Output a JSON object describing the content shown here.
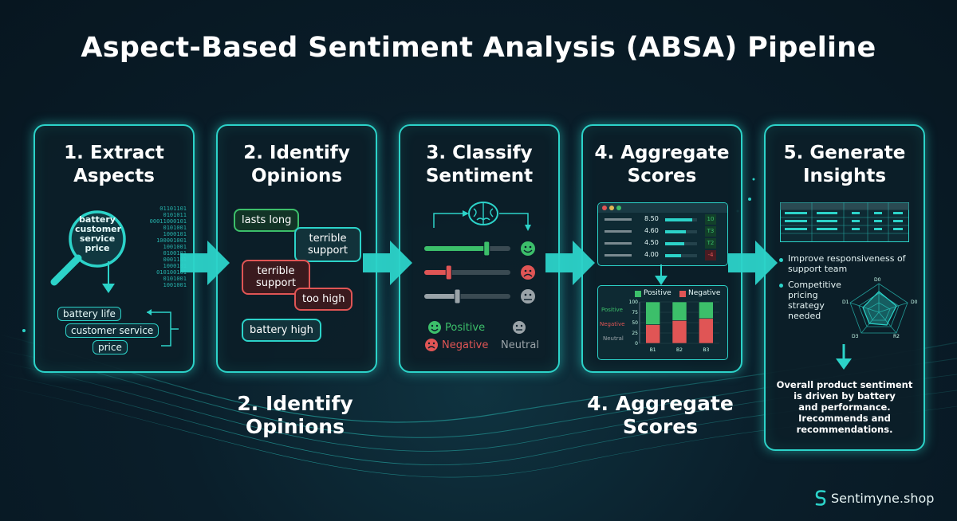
{
  "title": "Aspect-Based Sentiment Analysis (ABSA) Pipeline",
  "colors": {
    "accent": "#2cd3c9",
    "positive": "#3cbf6a",
    "negative": "#e05555",
    "neutral": "#9aa3a8",
    "background": "#0a1e2a"
  },
  "steps": [
    {
      "title_line1": "1. Extract",
      "title_line2": "Aspects"
    },
    {
      "title_line1": "2. Identify",
      "title_line2": "Opinions"
    },
    {
      "title_line1": "3. Classify",
      "title_line2": "Sentiment"
    },
    {
      "title_line1": "4. Aggregate",
      "title_line2": "Scores"
    },
    {
      "title_line1": "5. Generate",
      "title_line2": "Insights"
    }
  ],
  "extract": {
    "lens_text": [
      "battery",
      "customer",
      "service",
      "price"
    ],
    "binary_lines": [
      "01101101",
      "0101011",
      "00011000101",
      "0101001",
      "1000101",
      "100001001",
      "1001001",
      "0100101",
      "0001101",
      "1000101",
      "010100101",
      "0101001",
      "1001001"
    ],
    "aspects": [
      "battery life",
      "customer service",
      "price"
    ],
    "icon": "magnifier-icon"
  },
  "opinions": {
    "bubbles": [
      {
        "text": "lasts long",
        "tone": "positive"
      },
      {
        "text": "terrible support",
        "tone": "neutral"
      },
      {
        "text": "terrible support",
        "tone": "negative"
      },
      {
        "text": "too high",
        "tone": "negative"
      },
      {
        "text": "battery high",
        "tone": "neutral"
      }
    ]
  },
  "classify": {
    "icon": "brain-icon",
    "sliders": [
      {
        "level": 0.72,
        "tone": "positive"
      },
      {
        "level": 0.28,
        "tone": "negative"
      },
      {
        "level": 0.38,
        "tone": "neutral"
      }
    ],
    "legend": {
      "positive": "Positive",
      "negative": "Negative",
      "neutral": "Neutral"
    }
  },
  "aggregate": {
    "table_rows": [
      {
        "value": "8.50",
        "fill": 0.85,
        "score": "10"
      },
      {
        "value": "4.60",
        "fill": 0.65,
        "score": "T3"
      },
      {
        "value": "4.50",
        "fill": 0.6,
        "score": "T2"
      },
      {
        "value": "4.00",
        "fill": 0.5,
        "score": "-4"
      }
    ],
    "chart_legend": {
      "positive": "Positive",
      "negative": "Negative"
    },
    "row_labels": [
      "Positive",
      "Negative",
      "Neutral"
    ]
  },
  "chart_data": {
    "type": "bar",
    "categories": [
      "B1",
      "B2",
      "B3"
    ],
    "series": [
      {
        "name": "Positive",
        "values": [
          55,
          45,
          40
        ]
      },
      {
        "name": "Negative",
        "values": [
          45,
          55,
          60
        ]
      }
    ],
    "yticks": [
      "100",
      "75",
      "50",
      "25",
      "0"
    ],
    "ylim": [
      0,
      100
    ]
  },
  "insights": {
    "bullets": [
      "Improve responsiveness of support team",
      "Competitive pricing strategy needed"
    ],
    "radar_labels": {
      "top": "D0",
      "right": "D0",
      "bottom_left": "D3",
      "bottom_right": "R2",
      "left": "D1"
    },
    "summary": [
      "Overall product sentiment",
      "is driven by battery",
      "and performance.",
      "Irecommends and",
      "recommendations."
    ]
  },
  "ghost_labels": [
    {
      "line1": "2. Identify",
      "line2": "Opinions"
    },
    {
      "line1": "4. Aggregate",
      "line2": "Scores"
    }
  ],
  "brand": {
    "name": "Sentimyne.shop",
    "icon": "s-logo-icon"
  }
}
